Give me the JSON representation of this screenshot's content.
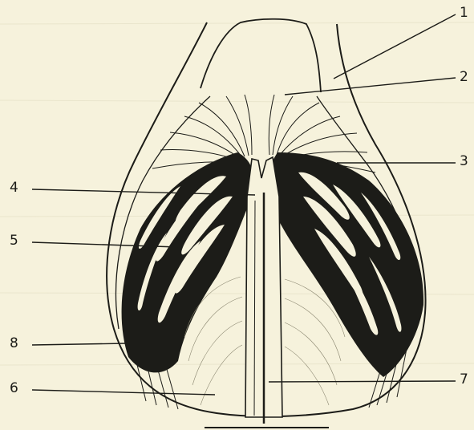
{
  "colors": {
    "paper": "#f6f2dc",
    "ink": "#1c1c18",
    "grain": "#d9d3b4"
  },
  "labels": {
    "l1": "1",
    "l2": "2",
    "l3": "3",
    "l4": "4",
    "l5": "5",
    "l6": "6",
    "l7": "7",
    "l8": "8"
  }
}
